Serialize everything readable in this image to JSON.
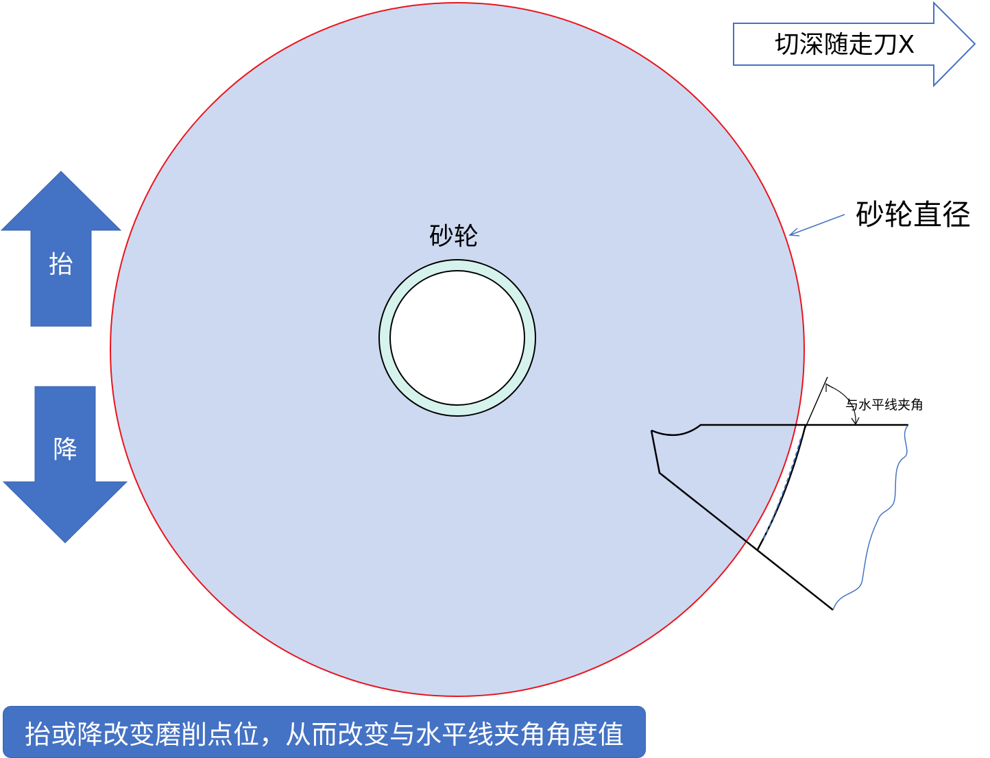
{
  "wheel_label": "砂轮",
  "diameter_label": "砂轮直径",
  "feed_arrow_label": "切深随走刀X",
  "raise_label": "抬",
  "lower_label": "降",
  "angle_label": "与水平线夹角",
  "caption": "抬或降改变磨削点位，从而改变与水平线夹角角度值",
  "colors": {
    "wheel_fill": "#cdd9f1",
    "wheel_outline": "#e8141c",
    "bore_ring": "#d6f2ec",
    "arrow_blue": "#4472c4",
    "caption_bg": "#4472c4"
  },
  "icons": [
    "up-arrow-icon",
    "down-arrow-icon",
    "right-arrow-icon"
  ]
}
